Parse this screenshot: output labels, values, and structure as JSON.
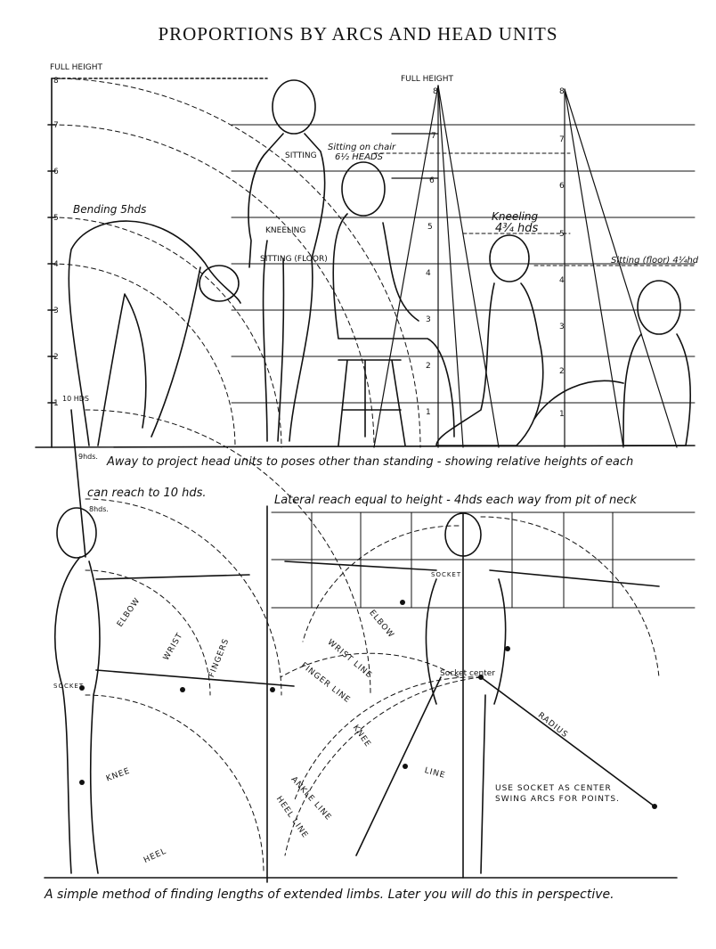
{
  "title": "PROPORTIONS BY ARCS AND HEAD UNITS",
  "top": {
    "full_height_left": "FULL HEIGHT",
    "full_height_mid": "FULL HEIGHT",
    "bending": "Bending 5hds",
    "sitting_line": "SITTING",
    "kneeling_line": "KNEELING",
    "sitting_floor_line": "SITTING (FLOOR)",
    "sitting_chair_1": "Sitting on chair",
    "sitting_chair_2": "6½ HEADS",
    "kneeling_1": "Kneeling",
    "kneeling_2": "4¾ hds",
    "sitting_floor": "Sitting (floor) 4¼hd",
    "ten_hds": "10 HDS",
    "left_scale": [
      "8",
      "7",
      "6",
      "5",
      "4",
      "3",
      "2",
      "1"
    ],
    "mid_scale": [
      "8",
      "7",
      "6",
      "5",
      "4",
      "3",
      "2",
      "1"
    ],
    "right_scale": [
      "8",
      "7",
      "6",
      "5",
      "4",
      "3",
      "2",
      "1"
    ]
  },
  "captions": {
    "away": "Away to project head units to poses other than standing - showing relative heights of each",
    "nine_hds": "9hds.",
    "reach": "can reach to 10 hds.",
    "eight_hds": "8hds.",
    "lateral": "Lateral reach equal to height - 4hds each way from pit of neck",
    "bottom": "A simple method of finding lengths of extended limbs. Later you will do this in perspective."
  },
  "bottom_left": {
    "elbow": "ELBOW",
    "wrist": "WRIST",
    "fingers": "FINGERS",
    "socket": "SOCKET",
    "knee": "KNEE",
    "heel": "HEEL"
  },
  "bottom_right": {
    "socket": "SOCKET",
    "elbow": "ELBOW",
    "wrist_line": "WRIST LINE",
    "finger_line": "FINGER LINE",
    "knee": "KNEE",
    "line": "LINE",
    "ankle_line": "ANKLE LINE",
    "heel_line": "HEEL LINE",
    "socket_center": "Socket center",
    "radius": "RADIUS",
    "note_1": "USE SOCKET AS CENTER",
    "note_2": "SWING ARCS FOR POINTS."
  }
}
